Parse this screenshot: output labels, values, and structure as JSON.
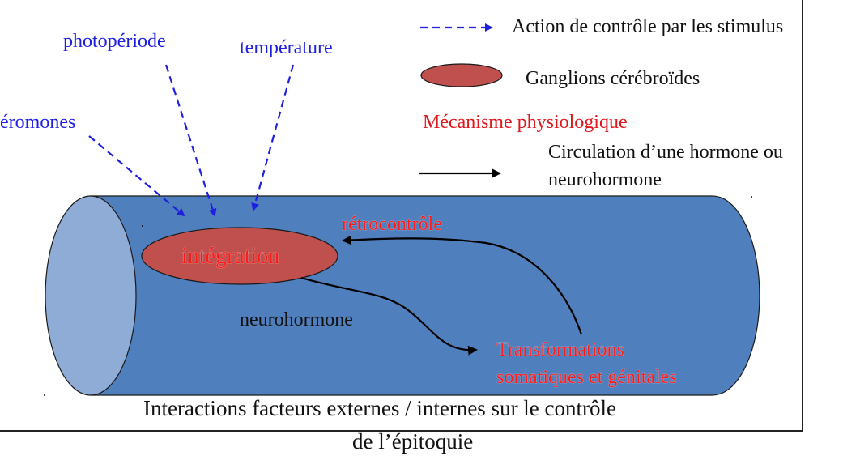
{
  "legend": {
    "stimulus_label": "Action de contrôle par les stimulus",
    "ganglia_label": "Ganglions cérébroïdes",
    "mechanism_label": "Mécanisme physiologique",
    "hormone_label_line1": "Circulation d’une hormone ou",
    "hormone_label_line2": "neurohormone"
  },
  "stimuli": {
    "photoperiod": "photopériode",
    "temperature": "température",
    "pheromones": "éromones"
  },
  "diagram": {
    "integration": "intégration",
    "feedback": "rétrocontrôle",
    "neurohormone": "neurohormone",
    "transformations_line1": "Transformations",
    "transformations_line2": "somatiques et génitales"
  },
  "caption": {
    "line1": "Interactions facteurs externes / internes sur le contrôle",
    "line2": "de l’épitoquie"
  },
  "colors": {
    "stimulus_blue": "#1f1fe0",
    "mechanism_red": "#e0161c",
    "cylinder_body": "#4f7fbd",
    "cylinder_end": "#8eacd6",
    "ganglion_fill": "#c0504d"
  }
}
